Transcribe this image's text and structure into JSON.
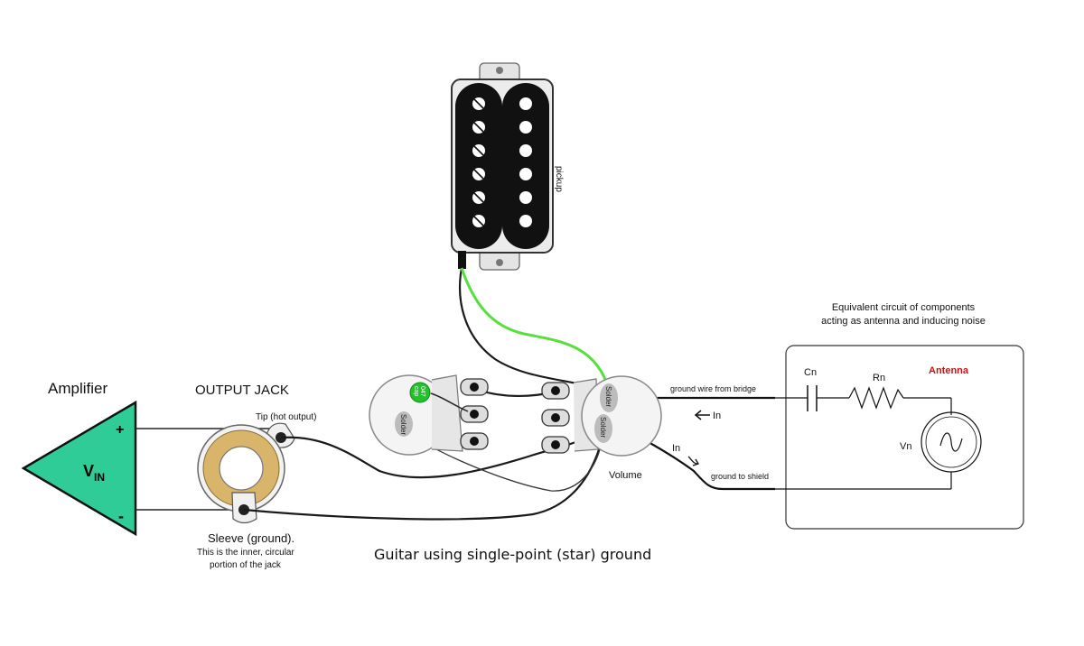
{
  "amplifier": {
    "title": "Amplifier",
    "label_main": "V",
    "label_sub": "IN",
    "plus": "+",
    "minus": "-",
    "fill": "#2fcc98"
  },
  "jack": {
    "title": "OUTPUT JACK",
    "tip_label": "Tip (hot output)",
    "sleeve_title": "Sleeve (ground).",
    "sleeve_line1": "This is the inner, circular",
    "sleeve_line2": "portion of the jack",
    "ring_color": "#d8b56a"
  },
  "pickup": {
    "label": "pickup"
  },
  "tone_pot": {
    "cap_line1": "047",
    "cap_line2": "cap",
    "cap_color": "#22c22a",
    "solder": "Solder"
  },
  "volume_pot": {
    "label": "Volume",
    "solder_top": "Solder",
    "solder_bottom": "Solder"
  },
  "wiring": {
    "ground_from_bridge": "ground wire from bridge",
    "ground_to_shield": "ground to shield",
    "in_upper": "In",
    "in_lower": "In",
    "hot_wire_color": "#56e03c"
  },
  "equivalent_circuit": {
    "title_line1": "Equivalent circuit of components",
    "title_line2": "acting as antenna and inducing noise",
    "cn": "Cn",
    "rn": "Rn",
    "vn": "Vn",
    "antenna": "Antenna",
    "antenna_color": "#cc1111"
  },
  "caption": "Guitar using single-point (star) ground"
}
